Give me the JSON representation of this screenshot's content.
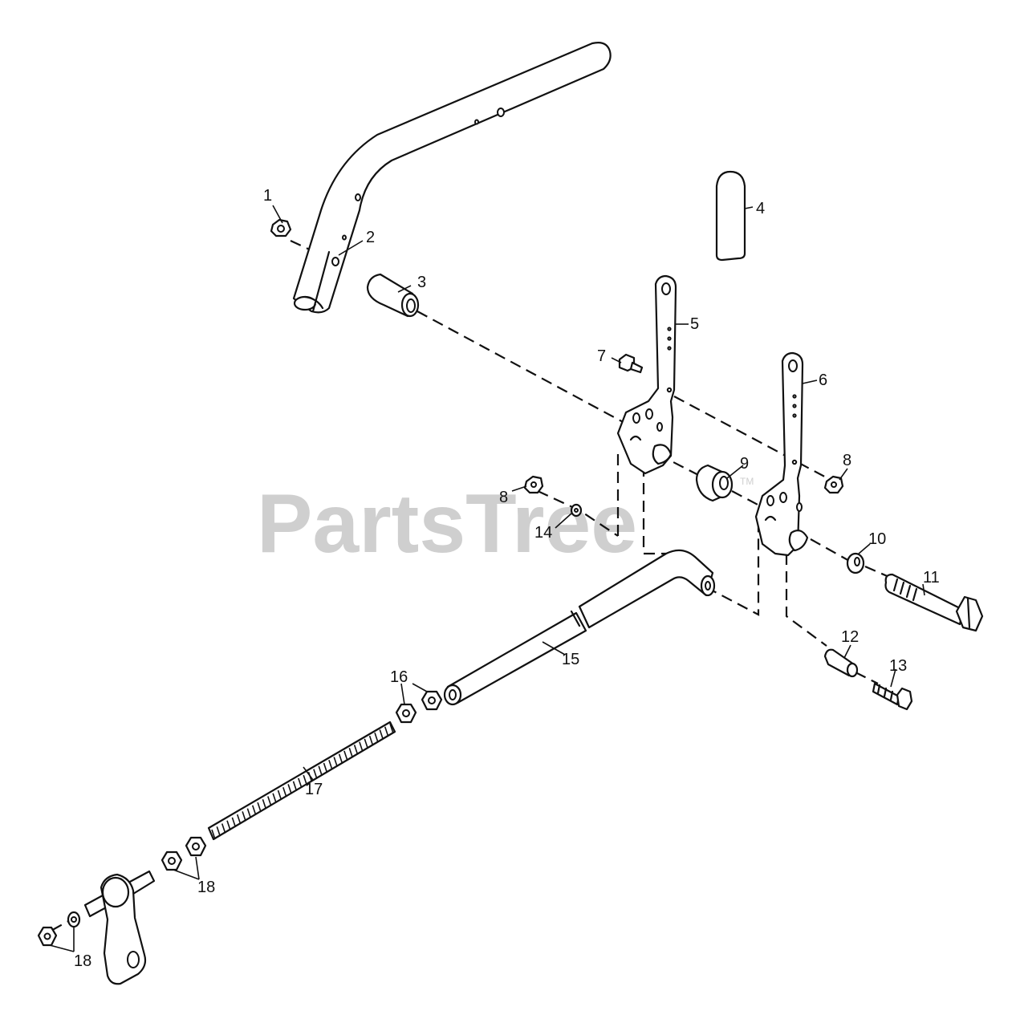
{
  "watermark": {
    "text": "PartsTree",
    "trademark": "TM"
  },
  "callouts": [
    {
      "id": "1",
      "label": "1"
    },
    {
      "id": "2",
      "label": "2"
    },
    {
      "id": "3",
      "label": "3"
    },
    {
      "id": "4",
      "label": "4"
    },
    {
      "id": "5",
      "label": "5"
    },
    {
      "id": "6",
      "label": "6"
    },
    {
      "id": "7",
      "label": "7"
    },
    {
      "id": "8a",
      "label": "8"
    },
    {
      "id": "8b",
      "label": "8"
    },
    {
      "id": "9",
      "label": "9"
    },
    {
      "id": "10",
      "label": "10"
    },
    {
      "id": "11",
      "label": "11"
    },
    {
      "id": "12",
      "label": "12"
    },
    {
      "id": "13",
      "label": "13"
    },
    {
      "id": "14",
      "label": "14"
    },
    {
      "id": "15",
      "label": "15"
    },
    {
      "id": "16",
      "label": "16"
    },
    {
      "id": "17",
      "label": "17"
    },
    {
      "id": "18a",
      "label": "18"
    },
    {
      "id": "18b",
      "label": "18"
    }
  ]
}
